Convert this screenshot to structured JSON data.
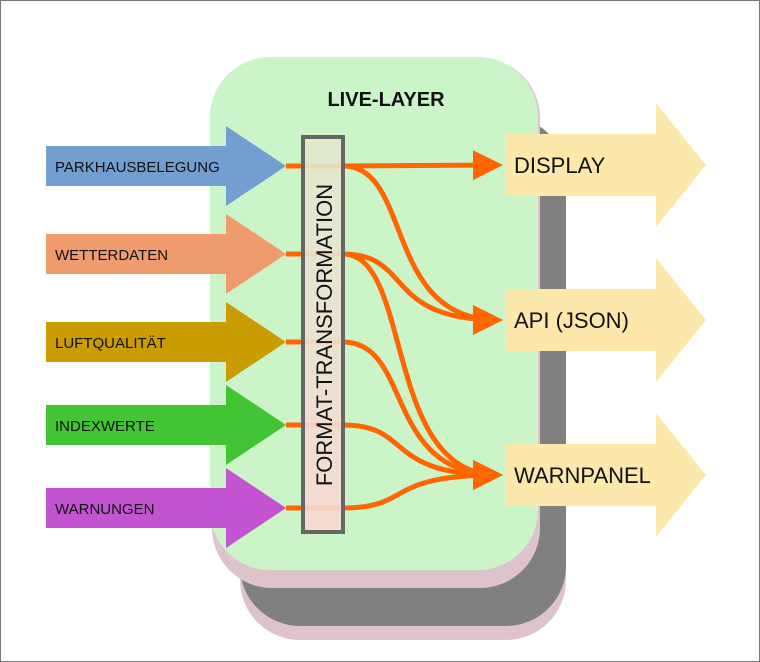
{
  "diagram": {
    "title": "LIVE-LAYER",
    "transform_box": {
      "label": "FORMAT-TRANSFORMATION"
    },
    "inputs": [
      {
        "id": "parkhaus",
        "label": "PARKHAUSBELEGUNG",
        "color": "#729fcf"
      },
      {
        "id": "wetter",
        "label": "WETTERDATEN",
        "color": "#f09b6e"
      },
      {
        "id": "luft",
        "label": "LUFTQUALITÄT",
        "color": "#c99c00"
      },
      {
        "id": "index",
        "label": "INDEXWERTE",
        "color": "#43c434"
      },
      {
        "id": "warnungen",
        "label": "WARNUNGEN",
        "color": "#c353d0"
      }
    ],
    "outputs": [
      {
        "id": "display",
        "label": "DISPLAY"
      },
      {
        "id": "api",
        "label": "API (JSON)"
      },
      {
        "id": "warnpanel",
        "label": "WARNPANEL"
      }
    ],
    "connections": [
      {
        "from": "parkhaus",
        "to": "display"
      },
      {
        "from": "parkhaus",
        "to": "api"
      },
      {
        "from": "wetter",
        "to": "api"
      },
      {
        "from": "wetter",
        "to": "warnpanel"
      },
      {
        "from": "luft",
        "to": "warnpanel"
      },
      {
        "from": "index",
        "to": "warnpanel"
      },
      {
        "from": "warnungen",
        "to": "warnpanel"
      }
    ],
    "colors": {
      "layer_fill": "#ccf4c9",
      "shadow_pink": "#dfc3cb",
      "shadow_gray": "#808080",
      "output_fill": "#fde8ac",
      "connector": "#ff6600"
    }
  }
}
